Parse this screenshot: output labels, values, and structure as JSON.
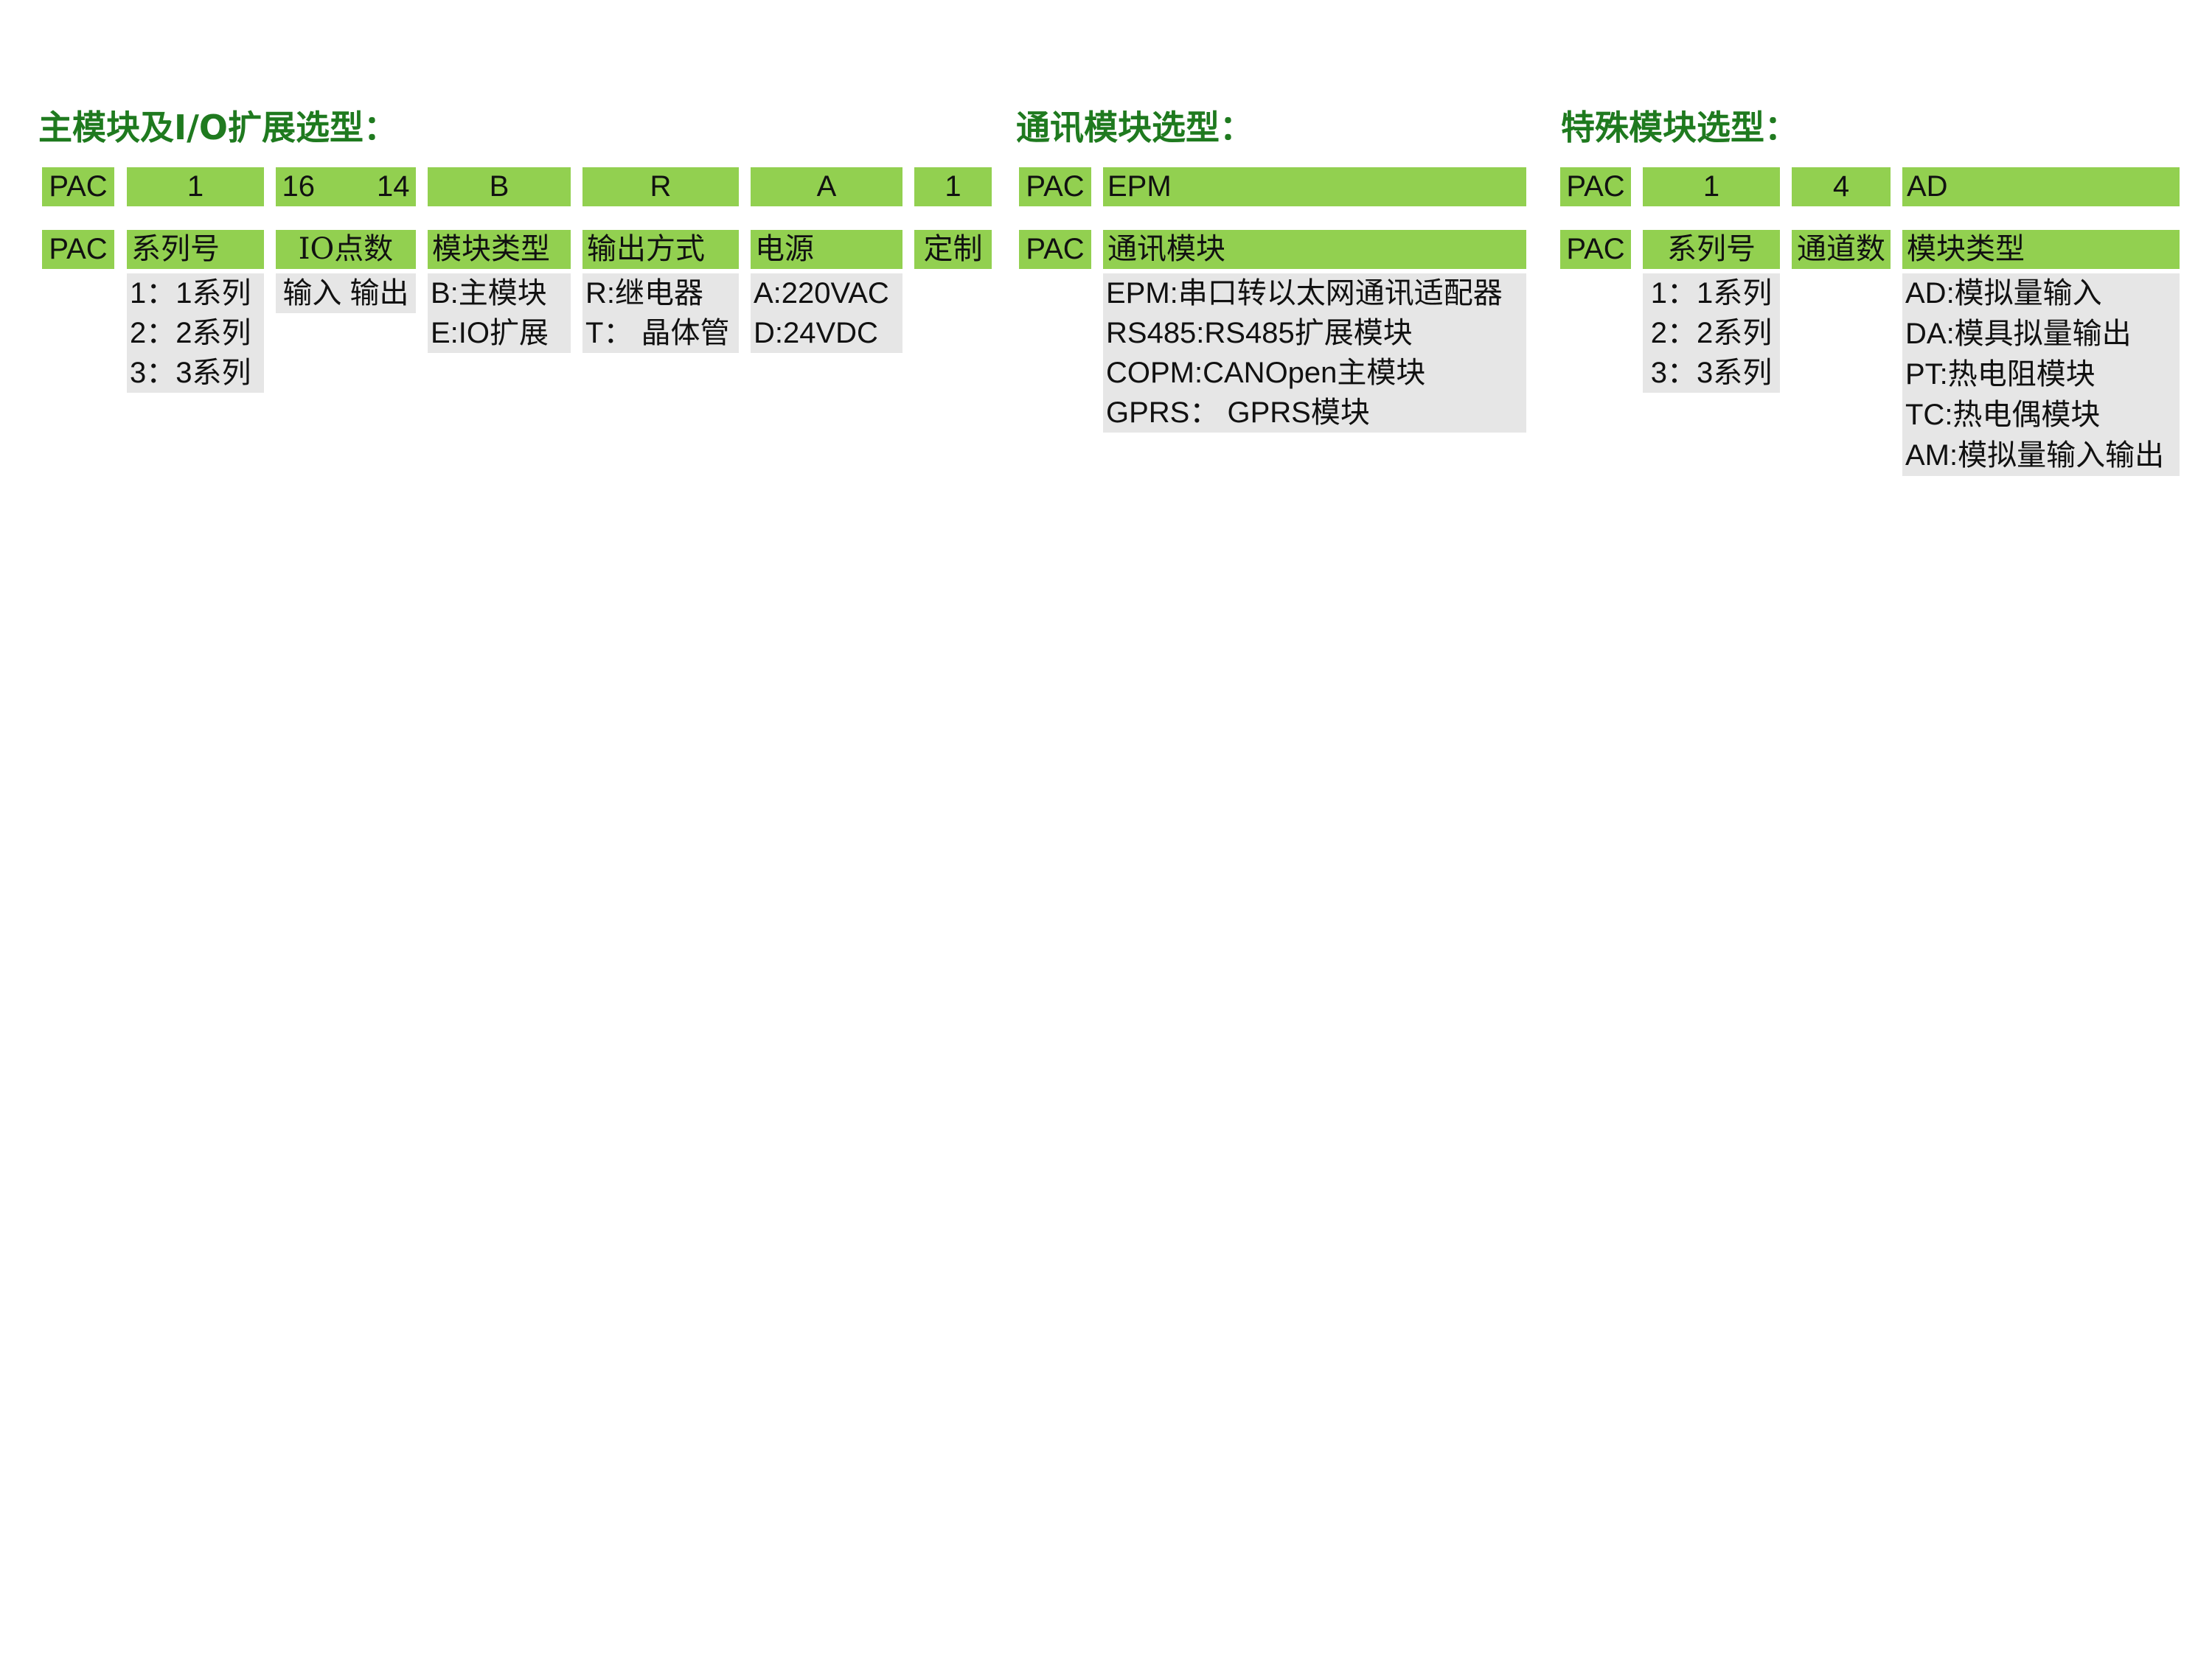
{
  "colors": {
    "heading": "#1f7a1f",
    "cell_green": "#92d050",
    "option_gray": "#e6e6e6"
  },
  "main": {
    "title": "主模块及I/O扩展选型：",
    "code": {
      "prefix": "PAC",
      "series": "1",
      "inputs": "16",
      "outputs": "14",
      "type": "B",
      "output_mode": "R",
      "power": "A",
      "custom": "1"
    },
    "labels": {
      "prefix": "PAC",
      "series": "系列号",
      "io_points": "IO点数",
      "type": "模块类型",
      "output_mode": "输出方式",
      "power": "电源",
      "custom": "定制"
    },
    "series_options": [
      "1：1系列",
      "2：2系列",
      "3：3系列"
    ],
    "io_options": [
      "输入 输出"
    ],
    "type_options": [
      "B:主模块",
      "E:IO扩展"
    ],
    "output_options": [
      "R:继电器",
      "T： 晶体管"
    ],
    "power_options": [
      "A:220VAC",
      "D:24VDC"
    ]
  },
  "comm": {
    "title": "通讯模块选型：",
    "code": {
      "prefix": "PAC",
      "module": "EPM"
    },
    "labels": {
      "prefix": "PAC",
      "module": "通讯模块"
    },
    "options": [
      "EPM:串口转以太网通讯适配器",
      "RS485:RS485扩展模块",
      "COPM:CANOpen主模块",
      "GPRS： GPRS模块"
    ]
  },
  "special": {
    "title": "特殊模块选型：",
    "code": {
      "prefix": "PAC",
      "series": "1",
      "channels": "4",
      "type": "AD"
    },
    "labels": {
      "prefix": "PAC",
      "series": "系列号",
      "channels": "通道数",
      "type": "模块类型"
    },
    "series_options": [
      "1：1系列",
      "2：2系列",
      "3：3系列"
    ],
    "type_options": [
      "AD:模拟量输入",
      "DA:模具拟量输出",
      "PT:热电阻模块",
      "TC:热电偶模块",
      "AM:模拟量输入输出"
    ]
  }
}
